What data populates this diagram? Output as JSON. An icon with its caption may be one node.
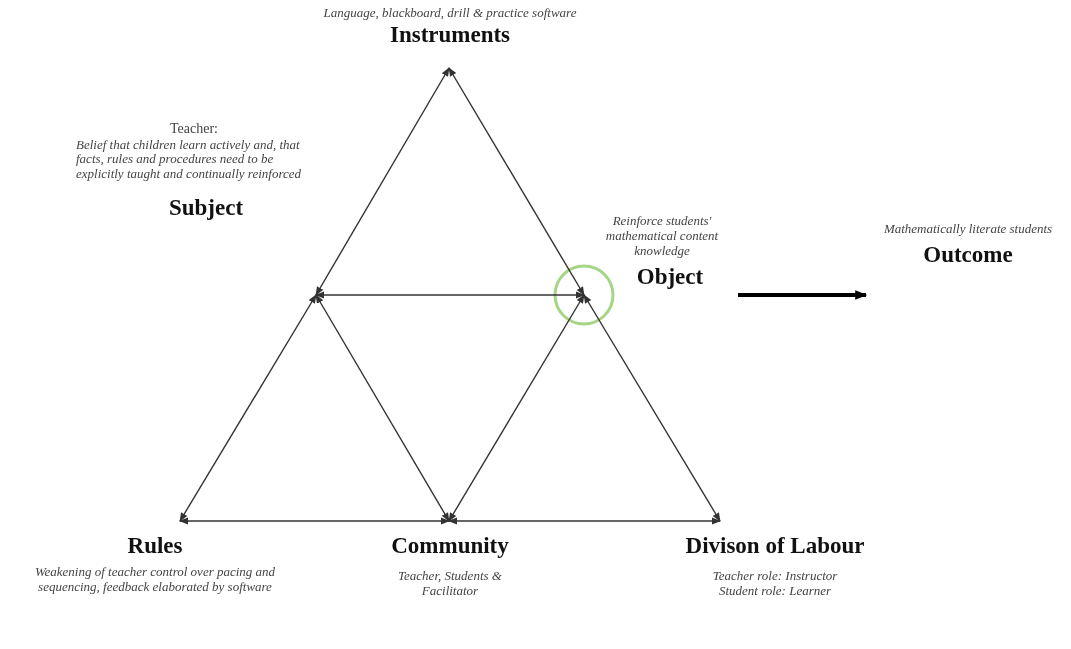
{
  "diagram": {
    "nodes": [
      {
        "text": [
          "Language, blackboard, drill & practice software",
          "Instruments"
        ]
      },
      {
        "text": [
          "Teacher:",
          "Belief that children learn actively and, that facts, rules and procedures need to be explicitly taught and continually reinforced",
          "Subject"
        ]
      },
      {
        "text": [
          "Reinforce students' mathematical content knowledge",
          "Object"
        ]
      },
      {
        "text": [
          "Mathematically literate students",
          "Outcome"
        ]
      },
      {
        "text": [
          "Rules",
          "Weakening of teacher control over pacing and sequencing, feedback elaborated by software"
        ]
      },
      {
        "text": [
          "Community",
          "Teacher, Students & Facilitator"
        ]
      },
      {
        "text": [
          "Divison of Labour",
          "Teacher role: Instructor Student role: Learner"
        ]
      }
    ],
    "edges": [
      {
        "from": 1,
        "to": 0,
        "arrow": "both"
      },
      {
        "from": 2,
        "to": 0,
        "arrow": "both"
      },
      {
        "from": 1,
        "to": 2,
        "arrow": "both"
      },
      {
        "from": 1,
        "to": 4,
        "arrow": "both"
      },
      {
        "from": 1,
        "to": 5,
        "arrow": "both"
      },
      {
        "from": 2,
        "to": 5,
        "arrow": "both"
      },
      {
        "from": 2,
        "to": 6,
        "arrow": "both"
      },
      {
        "from": 4,
        "to": 5,
        "arrow": "both"
      },
      {
        "from": 5,
        "to": 6,
        "arrow": "both"
      },
      {
        "from": 2,
        "to": 3,
        "arrow": "to",
        "style": "thick"
      }
    ]
  }
}
